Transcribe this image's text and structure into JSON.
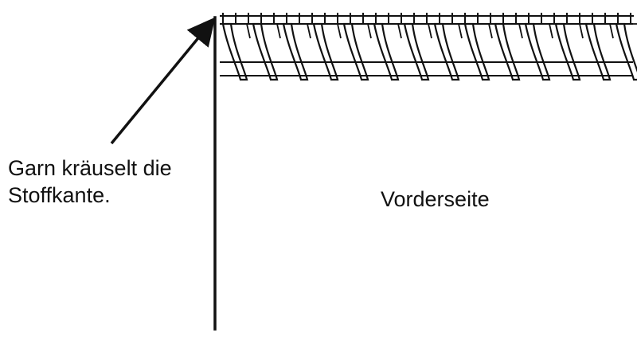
{
  "labels": {
    "edge_line1": "Garn kräuselt die",
    "edge_line2": "Stoffkante.",
    "fabric_side": "Vorderseite"
  },
  "colors": {
    "ink": "#111111",
    "background": "#ffffff"
  }
}
